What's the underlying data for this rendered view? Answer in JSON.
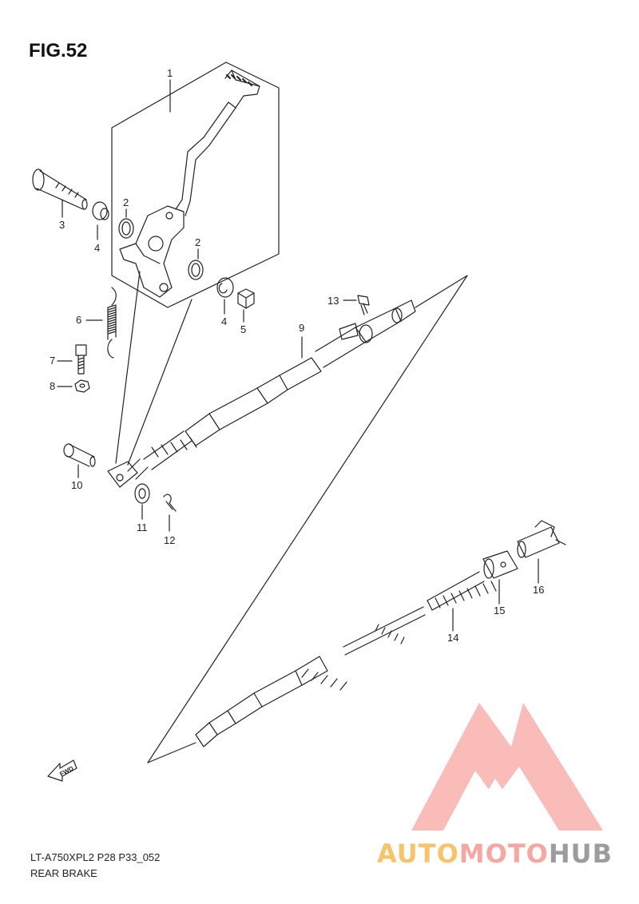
{
  "figure": {
    "title": "FIG.52",
    "model_code": "LT-A750XPL2 P28 P33_052",
    "section_name": "REAR BRAKE",
    "direction_label": "FWD"
  },
  "parts": [
    {
      "ref": "1",
      "part": "brake-pedal-assembly"
    },
    {
      "ref": "2",
      "part": "oil-seal"
    },
    {
      "ref": "2",
      "part": "oil-seal"
    },
    {
      "ref": "3",
      "part": "pivot-bolt"
    },
    {
      "ref": "4",
      "part": "bushing"
    },
    {
      "ref": "4",
      "part": "bushing"
    },
    {
      "ref": "5",
      "part": "nut"
    },
    {
      "ref": "6",
      "part": "return-spring"
    },
    {
      "ref": "7",
      "part": "bolt"
    },
    {
      "ref": "8",
      "part": "nut"
    },
    {
      "ref": "9",
      "part": "brake-cable"
    },
    {
      "ref": "10",
      "part": "clevis-pin"
    },
    {
      "ref": "11",
      "part": "washer"
    },
    {
      "ref": "12",
      "part": "cotter-pin"
    },
    {
      "ref": "13",
      "part": "bolt"
    },
    {
      "ref": "14",
      "part": "spring"
    },
    {
      "ref": "15",
      "part": "cable-joint"
    },
    {
      "ref": "16",
      "part": "cable-end"
    }
  ],
  "watermark": {
    "part1": "AUTO",
    "part2": "MOTO",
    "part3": "HUB",
    "colors": {
      "auto": "#f6c56a",
      "moto": "#f7a6a2",
      "hub": "#9c9c9c",
      "logo": "#f7a6a2"
    }
  }
}
